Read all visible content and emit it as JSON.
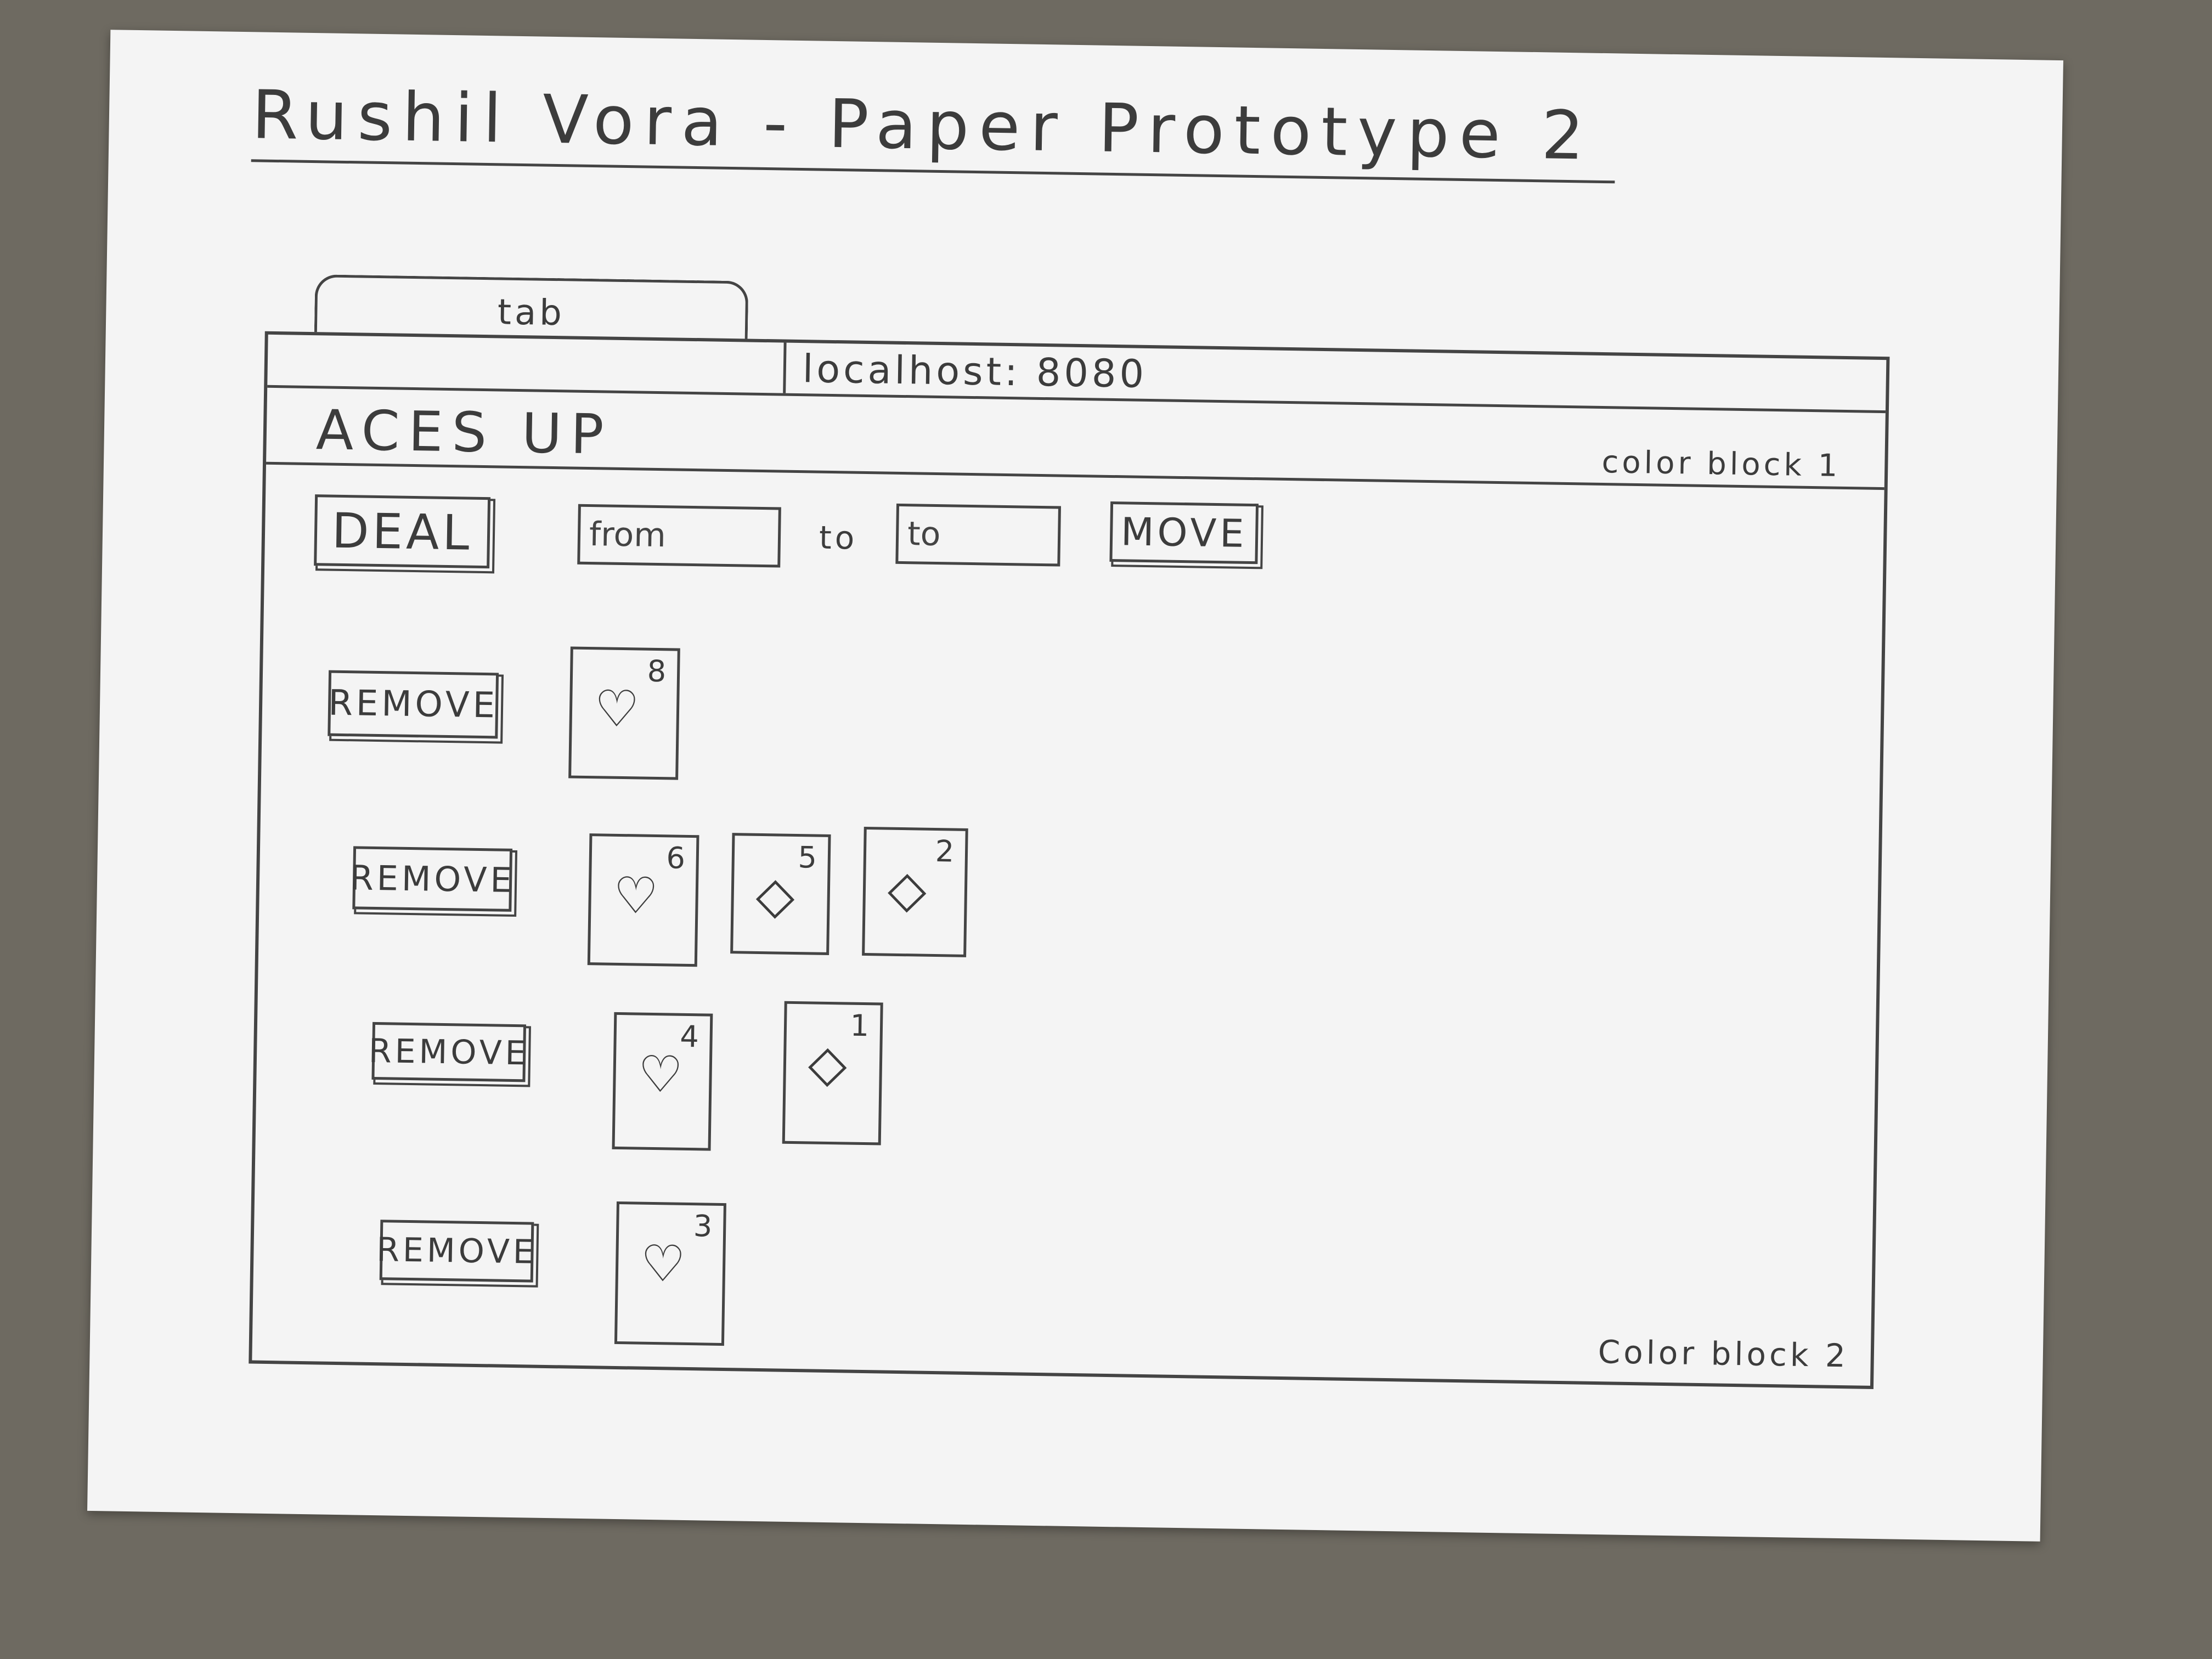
{
  "sheet_title": "Rushil Vora - Paper Prototype 2",
  "browser": {
    "tab_label": "tab",
    "url": "localhost: 8080"
  },
  "app": {
    "title": "ACES UP",
    "color_block_1_label": "color block 1",
    "color_block_2_label": "Color block 2"
  },
  "toolbar": {
    "deal_label": "DEAL",
    "from_placeholder": "from",
    "to_text": "to",
    "to_placeholder": "to",
    "move_label": "MOVE"
  },
  "columns": [
    {
      "remove_label": "REMOVE",
      "cards": [
        {
          "rank": "8",
          "suit": "♡",
          "suit_icon": "heart-icon"
        }
      ]
    },
    {
      "remove_label": "REMOVE",
      "cards": [
        {
          "rank": "6",
          "suit": "♡",
          "suit_icon": "heart-icon"
        },
        {
          "rank": "5",
          "suit": "◇",
          "suit_icon": "diamond-icon"
        },
        {
          "rank": "2",
          "suit": "◇",
          "suit_icon": "diamond-icon"
        }
      ]
    },
    {
      "remove_label": "REMOVE",
      "cards": [
        {
          "rank": "4",
          "suit": "♡",
          "suit_icon": "heart-icon"
        },
        {
          "rank": "1",
          "suit": "◇",
          "suit_icon": "diamond-icon"
        }
      ]
    },
    {
      "remove_label": "REMOVE",
      "cards": [
        {
          "rank": "3",
          "suit": "♡",
          "suit_icon": "heart-icon"
        }
      ]
    }
  ]
}
